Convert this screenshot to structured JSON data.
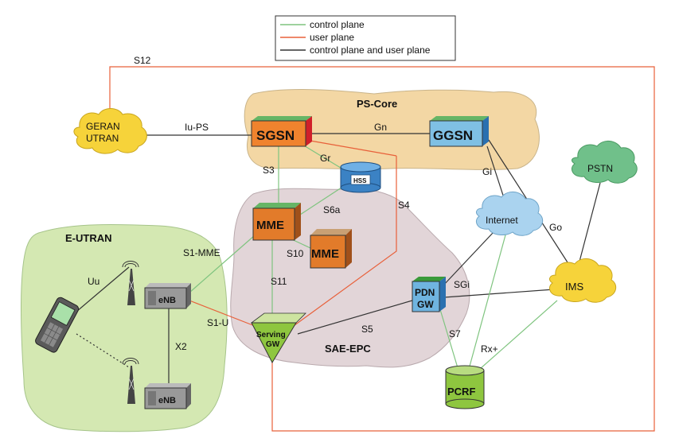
{
  "legend": {
    "control_plane": "control plane",
    "user_plane": "user plane",
    "control_and_user_plane": "control plane and user plane"
  },
  "colors": {
    "control": "#7fc47f",
    "user": "#e8603a",
    "both": "#333333",
    "ps_core_fill": "#f3d7a4",
    "sae_fill": "#e2d5d8",
    "eutran_fill": "#d4e8b2",
    "cloud_yellow": "#f6d33a",
    "cloud_blue": "#aad3ef",
    "cloud_green": "#70c08a"
  },
  "regions": {
    "ps_core": "PS-Core",
    "sae_epc": "SAE-EPC",
    "e_utran": "E-UTRAN"
  },
  "nodes": {
    "geran_utran": [
      "GERAN",
      "UTRAN"
    ],
    "sgsn": "SGSN",
    "ggsn": "GGSN",
    "hss": "HSS",
    "mme1": "MME",
    "mme2": "MME",
    "pdn_gw": [
      "PDN",
      "GW"
    ],
    "serving_gw": [
      "Serving",
      "GW"
    ],
    "pcrf": "PCRF",
    "internet": "Internet",
    "ims": "IMS",
    "pstn": "PSTN",
    "enb1": "eNB",
    "enb2": "eNB"
  },
  "interfaces": {
    "s12": "S12",
    "iu_ps": "Iu-PS",
    "gn": "Gn",
    "gr": "Gr",
    "s3": "S3",
    "s4": "S4",
    "s6a": "S6a",
    "gi": "Gi",
    "go": "Go",
    "s1_mme": "S1-MME",
    "s10": "S10",
    "s11": "S11",
    "uu": "Uu",
    "sgi": "SGi",
    "s1_u": "S1-U",
    "s5": "S5",
    "x2": "X2",
    "s7": "S7",
    "rx_plus": "Rx+"
  }
}
